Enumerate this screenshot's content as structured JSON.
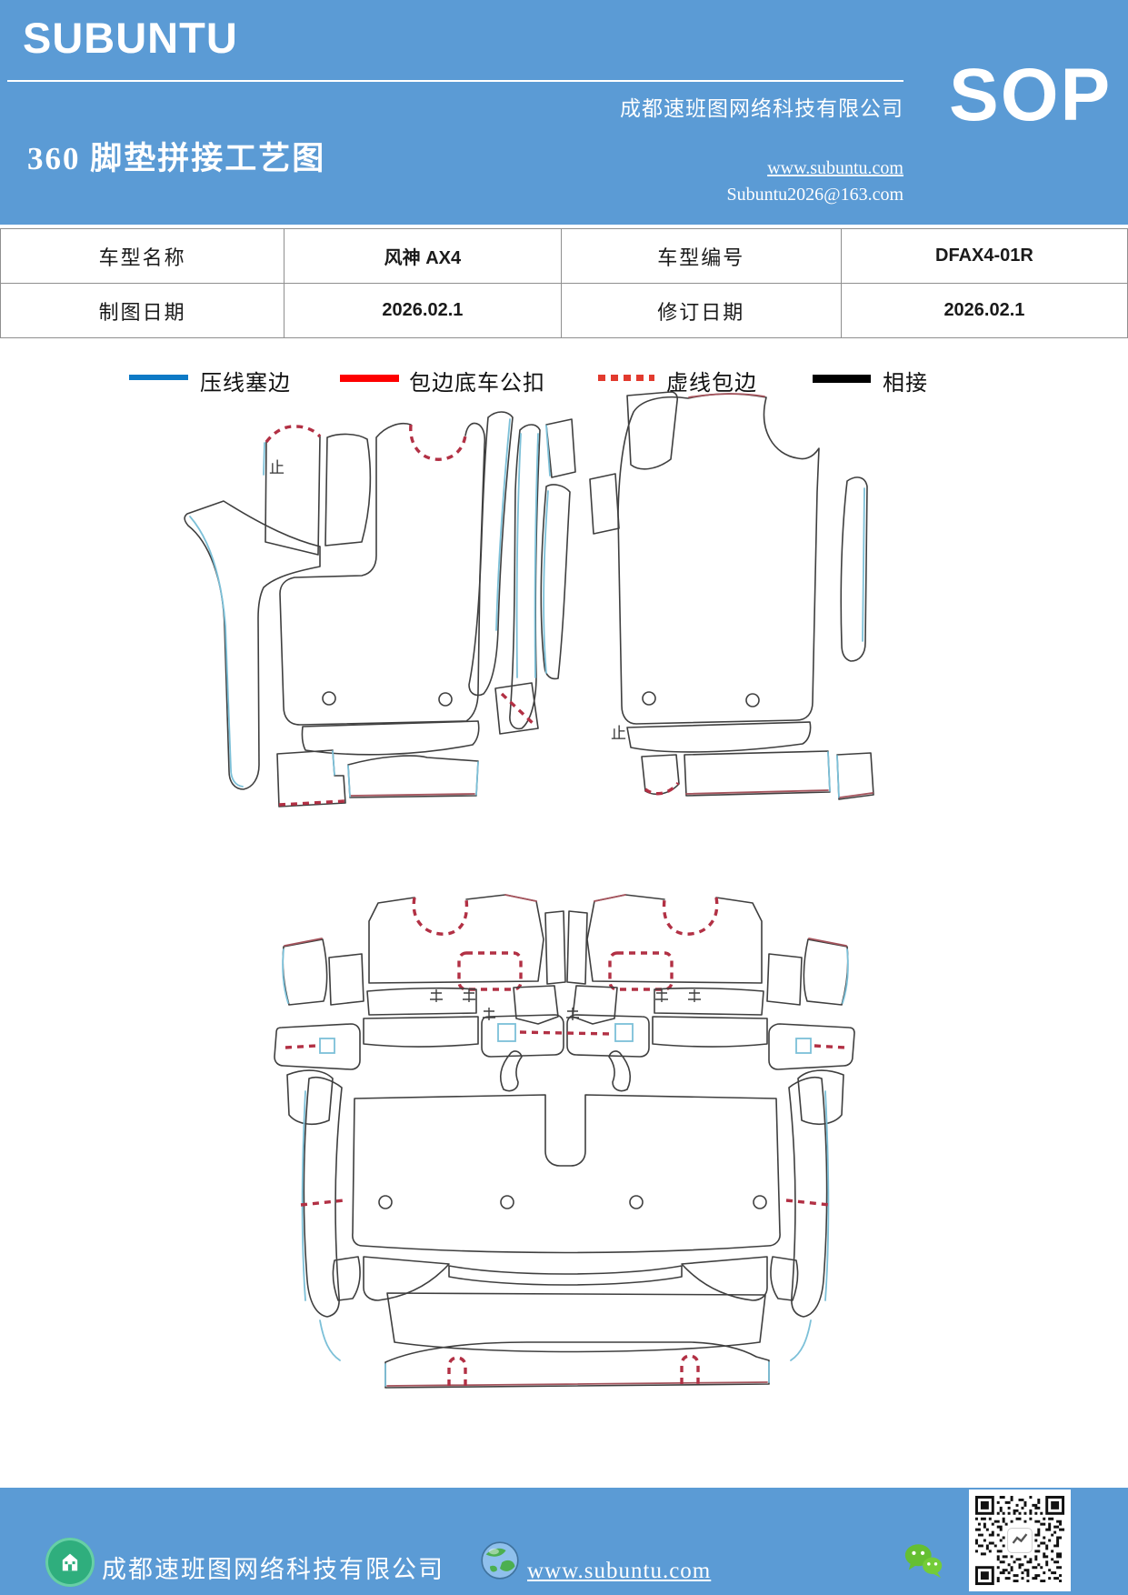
{
  "header": {
    "brand": "SUBUNTU",
    "doc_title": "360 脚垫拼接工艺图",
    "company": "成都速班图网络科技有限公司",
    "website": "www.subuntu.com",
    "email": "Subuntu2026@163.com",
    "badge": "SOP"
  },
  "info_table": {
    "rows": [
      {
        "label1": "车型名称",
        "value1": "风神 AX4",
        "label2": "车型编号",
        "value2": "DFAX4-01R"
      },
      {
        "label1": "制图日期",
        "value1": "2026.02.1",
        "label2": "修订日期",
        "value2": "2026.02.1"
      }
    ]
  },
  "legend": {
    "items": [
      {
        "label": "压线塞边",
        "color": "#0d7ac6",
        "style": "solid"
      },
      {
        "label": "包边底车公扣",
        "color": "#fe0000",
        "style": "solid"
      },
      {
        "label": "虚线包边",
        "color": "#e23a2e",
        "style": "dashed"
      },
      {
        "label": "相接",
        "color": "#000000",
        "style": "solid"
      }
    ]
  },
  "drawings": {
    "stop_mark": "止"
  },
  "footer": {
    "company": "成都速班图网络科技有限公司",
    "website": "www.subuntu.com"
  },
  "colors": {
    "header_blue": "#5b9bd5",
    "outline": "#3f3f3f",
    "edge_blue": "#7cc0d8",
    "edge_red": "#a5535c",
    "dash_red": "#b23044"
  }
}
